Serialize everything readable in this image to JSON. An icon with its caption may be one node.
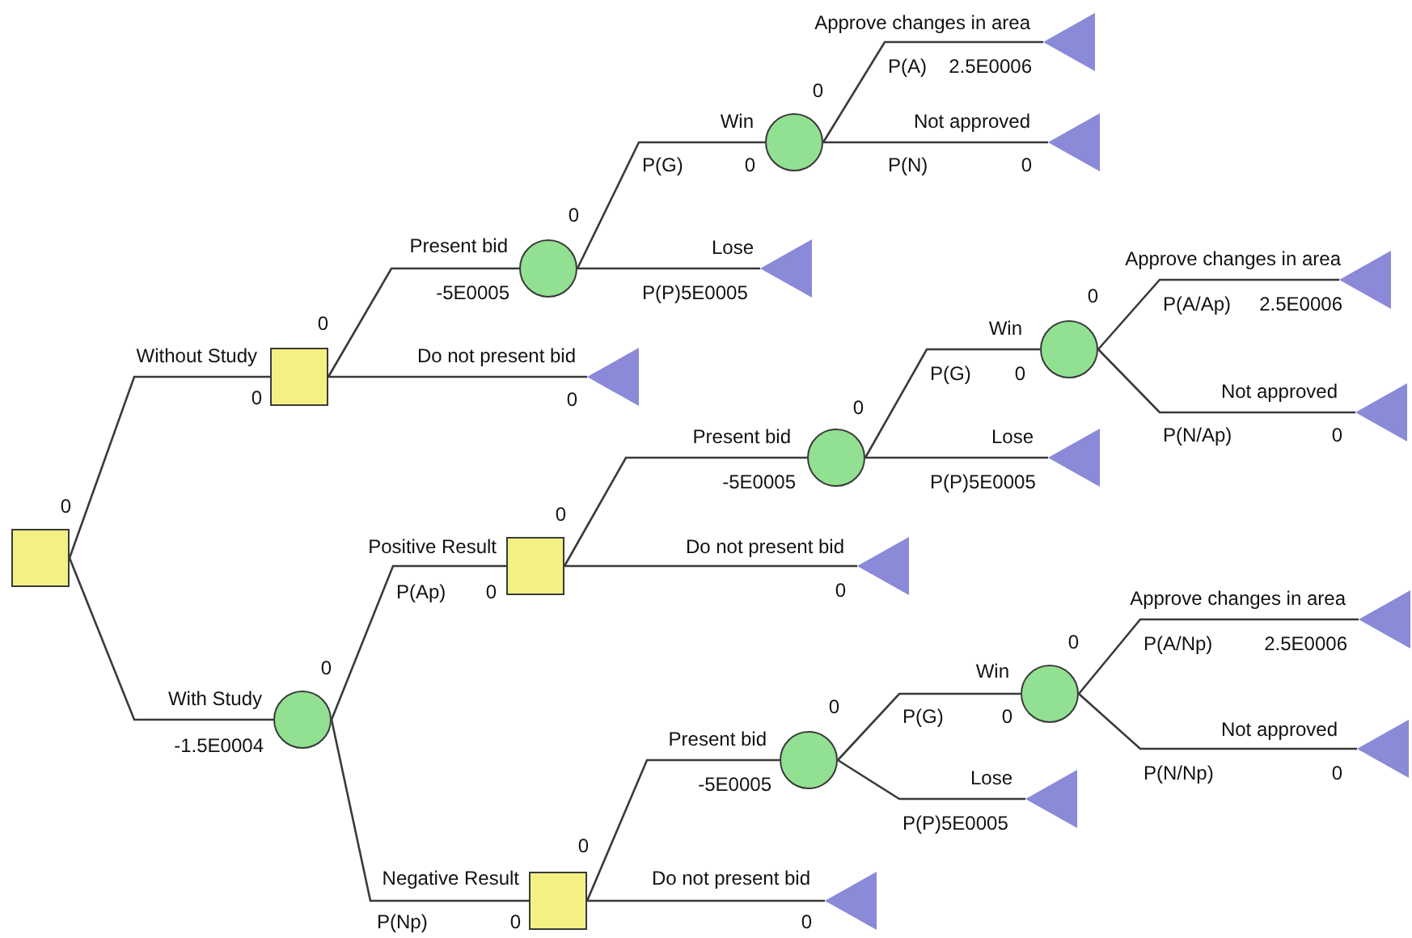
{
  "diagram": {
    "nodes": [
      {
        "text": [],
        "shape": "box",
        "beside": [
          "0"
        ]
      },
      {
        "text": [],
        "shape": "box",
        "beside": [
          "0",
          "0"
        ]
      },
      {
        "text": [],
        "shape": "circle",
        "beside": [
          "0",
          "-5E0005"
        ]
      },
      {
        "text": [],
        "shape": "circle",
        "beside": [
          "0",
          "P(G)",
          "0"
        ]
      },
      {
        "text": [],
        "shape": "triangle",
        "beside": [
          "P(A)",
          "2.5E0006"
        ]
      },
      {
        "text": [],
        "shape": "triangle",
        "beside": [
          "0"
        ]
      },
      {
        "text": [],
        "shape": "triangle",
        "beside": [
          "P(P)5E0005"
        ]
      },
      {
        "text": [],
        "shape": "triangle",
        "beside": [
          "0"
        ]
      },
      {
        "text": [],
        "shape": "circle",
        "beside": [
          "0",
          "-1.5E0004"
        ]
      },
      {
        "text": [],
        "shape": "box",
        "beside": [
          "0",
          "P(Ap)",
          "0"
        ]
      },
      {
        "text": [],
        "shape": "circle",
        "beside": [
          "0",
          "-5E0005"
        ]
      },
      {
        "text": [],
        "shape": "circle",
        "beside": [
          "0",
          "P(G)",
          "0"
        ]
      },
      {
        "text": [],
        "shape": "triangle",
        "beside": [
          "P(A/Ap)",
          "2.5E0006"
        ]
      },
      {
        "text": [],
        "shape": "triangle",
        "beside": [
          "0"
        ]
      },
      {
        "text": [],
        "shape": "triangle",
        "beside": [
          "P(P)5E0005"
        ]
      },
      {
        "text": [],
        "shape": "triangle",
        "beside": [
          "0"
        ]
      },
      {
        "text": [],
        "shape": "box",
        "beside": [
          "0",
          "0"
        ]
      },
      {
        "text": [],
        "shape": "circle",
        "beside": [
          "0",
          "-5E0005"
        ]
      },
      {
        "text": [],
        "shape": "circle",
        "beside": [
          "0",
          "P(G)",
          "0"
        ]
      },
      {
        "text": [],
        "shape": "triangle",
        "beside": [
          "P(A/Np)",
          "2.5E0006"
        ]
      },
      {
        "text": [],
        "shape": "triangle",
        "beside": [
          "0"
        ]
      },
      {
        "text": [],
        "shape": "triangle",
        "beside": [
          "P(P)5E0005"
        ]
      },
      {
        "text": [],
        "shape": "triangle",
        "beside": [
          "0"
        ]
      }
    ],
    "edges": [
      {
        "from": 0,
        "to": 1,
        "arrow": "none",
        "label": "Without Study"
      },
      {
        "from": 1,
        "to": 2,
        "arrow": "none",
        "label": "Present bid"
      },
      {
        "from": 2,
        "to": 3,
        "arrow": "none",
        "label": "Win"
      },
      {
        "from": 3,
        "to": 4,
        "arrow": "none",
        "label": "Approve changes in area"
      },
      {
        "from": 3,
        "to": 5,
        "arrow": "none",
        "label": "Not approved"
      },
      {
        "from": 2,
        "to": 6,
        "arrow": "none",
        "label": "Lose"
      },
      {
        "from": 1,
        "to": 7,
        "arrow": "none",
        "label": "Do not present bid"
      },
      {
        "from": 0,
        "to": 8,
        "arrow": "none",
        "label": "With Study"
      },
      {
        "from": 8,
        "to": 9,
        "arrow": "none",
        "label": "Positive Result"
      },
      {
        "from": 9,
        "to": 10,
        "arrow": "none",
        "label": "Present bid"
      },
      {
        "from": 10,
        "to": 11,
        "arrow": "none",
        "label": "Win"
      },
      {
        "from": 11,
        "to": 12,
        "arrow": "none",
        "label": "Approve changes in area"
      },
      {
        "from": 11,
        "to": 13,
        "arrow": "none",
        "label": "Not approved"
      },
      {
        "from": 10,
        "to": 14,
        "arrow": "none",
        "label": "Lose"
      },
      {
        "from": 9,
        "to": 15,
        "arrow": "none",
        "label": "Do not present bid"
      },
      {
        "from": 8,
        "to": 16,
        "arrow": "none",
        "label": "Negative Result"
      },
      {
        "from": 16,
        "to": 17,
        "arrow": "none",
        "label": "Present bid"
      },
      {
        "from": 17,
        "to": 18,
        "arrow": "none",
        "label": "Win"
      },
      {
        "from": 18,
        "to": 19,
        "arrow": "none",
        "label": "Approve changes in area"
      },
      {
        "from": 18,
        "to": 20,
        "arrow": "none",
        "label": "Not approved"
      },
      {
        "from": 17,
        "to": 21,
        "arrow": "none",
        "label": "Lose"
      },
      {
        "from": 16,
        "to": 22,
        "arrow": "none",
        "label": "Do not present bid"
      }
    ],
    "labels": [
      "P(N)",
      "P(N/Ap)",
      "P(N/Np)",
      "P(Np)"
    ]
  }
}
